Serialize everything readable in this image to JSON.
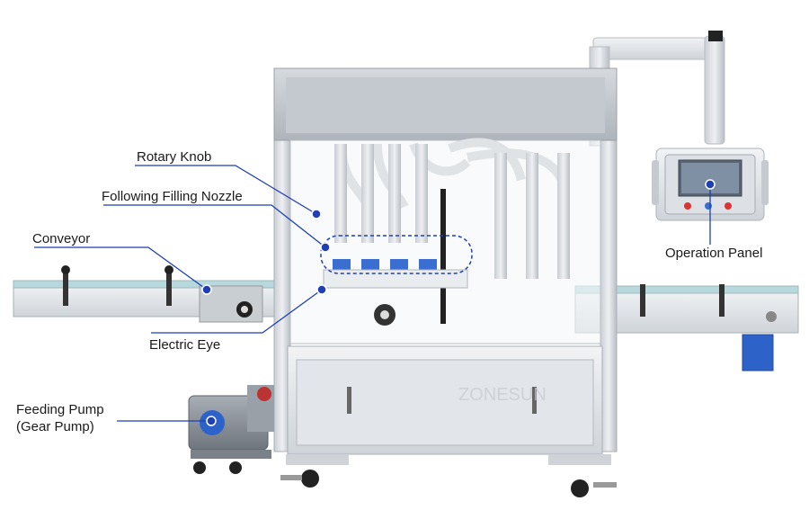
{
  "callouts": {
    "rotary_knob": "Rotary Knob",
    "following_nozzle": "Following Filling Nozzle",
    "conveyor": "Conveyor",
    "electric_eye": "Electric Eye",
    "feeding_pump_line1": "Feeding Pump",
    "feeding_pump_line2": "(Gear Pump)",
    "operation_panel": "Operation Panel"
  },
  "watermark": "ZONESUN",
  "colors": {
    "leader_line": "#1f3fb3",
    "marker_fill": "#1f3fb3",
    "steel_light": "#e3e6ea",
    "steel_mid": "#c3c8ce",
    "steel_dark": "#8b9098",
    "tube": "#f4f6f8",
    "cap_blue": "#3a6fd1",
    "motor_blue": "#2d63c9"
  }
}
